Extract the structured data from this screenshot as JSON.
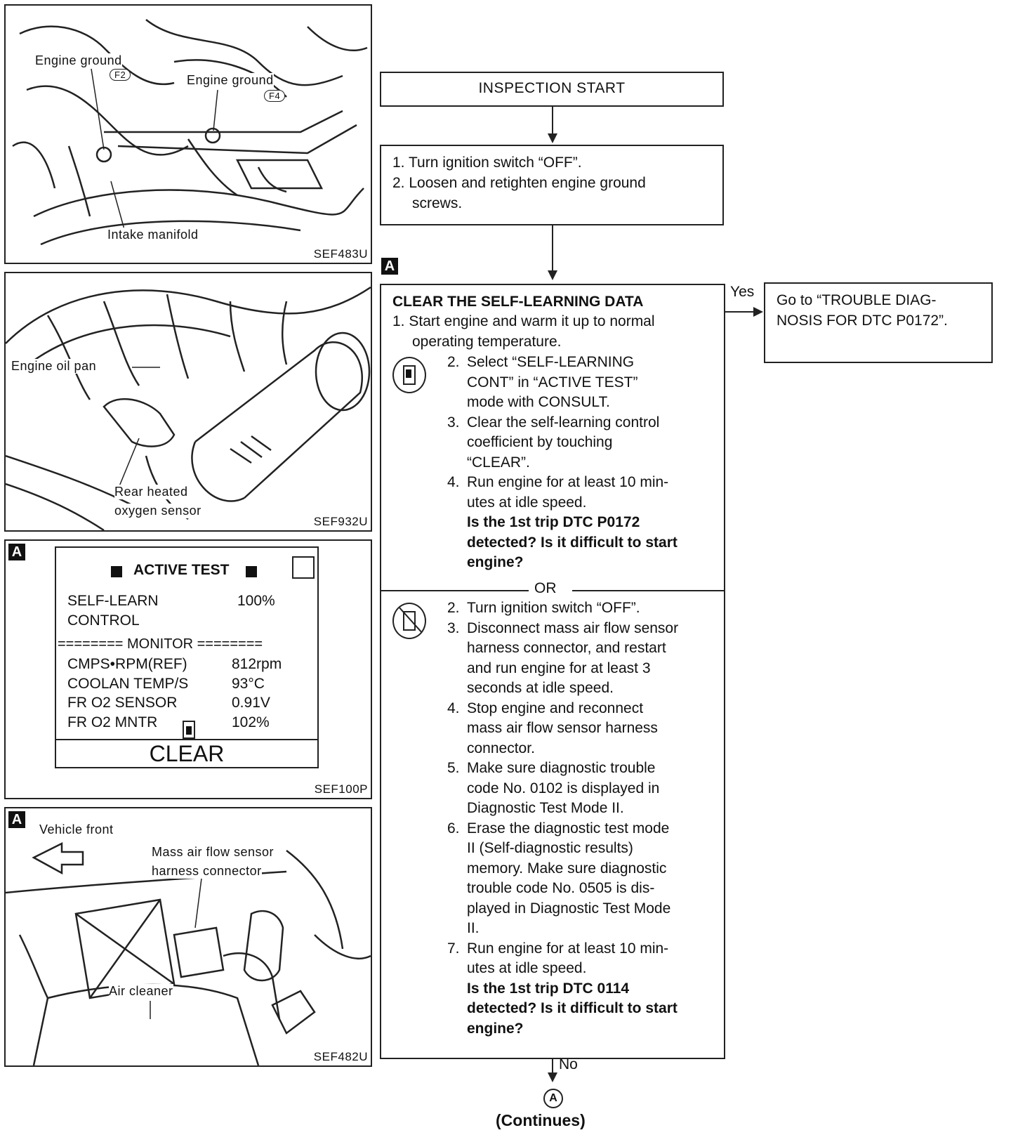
{
  "figures": {
    "fig1": {
      "code": "SEF483U",
      "labels": {
        "engine_ground_1": "Engine ground",
        "connector_f2": "F2",
        "engine_ground_2": "Engine ground",
        "connector_f4": "F4",
        "intake_manifold": "Intake manifold"
      }
    },
    "fig2": {
      "code": "SEF932U",
      "labels": {
        "engine_oil_pan": "Engine oil pan",
        "rear_heated": "Rear heated",
        "oxygen_sensor": "oxygen sensor"
      }
    },
    "fig3": {
      "badge": "A",
      "code": "SEF100P",
      "screen": {
        "title": "ACTIVE TEST",
        "item1": "SELF-LEARN",
        "item1b": "CONTROL",
        "item1_value": "100%",
        "monitor_label": "======== MONITOR ========",
        "rows": [
          {
            "name": "CMPS•RPM(REF)",
            "value": "812rpm"
          },
          {
            "name": "COOLAN TEMP/S",
            "value": "93°C"
          },
          {
            "name": "FR O2 SENSOR",
            "value": "0.91V"
          },
          {
            "name": "FR O2 MNTR",
            "value": "102%"
          }
        ],
        "clear_button": "CLEAR"
      }
    },
    "fig4": {
      "badge": "A",
      "code": "SEF482U",
      "labels": {
        "vehicle_front": "Vehicle front",
        "maf_sensor": "Mass air flow sensor",
        "harness_connector": "harness connector",
        "air_cleaner": "Air cleaner"
      }
    }
  },
  "flow": {
    "start": "INSPECTION START",
    "step1": {
      "line1": "1. Turn ignition switch “OFF”.",
      "line2": "2. Loosen and retighten engine ground",
      "line3": "screws."
    },
    "badge_a": "A",
    "main": {
      "heading": "CLEAR THE SELF-LEARNING DATA",
      "s1a": "1. Start engine and warm it up to normal",
      "s1b": "operating temperature.",
      "consult_steps": [
        {
          "num": "2.",
          "lines": [
            "Select “SELF-LEARNING",
            "CONT” in “ACTIVE TEST”",
            "mode with CONSULT."
          ]
        },
        {
          "num": "3.",
          "lines": [
            "Clear the self-learning control",
            "coefficient by touching",
            "“CLEAR”."
          ]
        },
        {
          "num": "4.",
          "lines": [
            "Run engine for at least 10 min-",
            "utes at idle speed."
          ]
        }
      ],
      "question1": [
        "Is the 1st trip DTC P0172",
        "detected? Is it difficult to start",
        "engine?"
      ],
      "or": "OR",
      "manual_steps": [
        {
          "num": "2.",
          "lines": [
            "Turn ignition switch “OFF”."
          ]
        },
        {
          "num": "3.",
          "lines": [
            "Disconnect mass air flow sensor",
            "harness connector, and restart",
            "and run engine for at least 3",
            "seconds at idle speed."
          ]
        },
        {
          "num": "4.",
          "lines": [
            "Stop engine and reconnect",
            "mass air flow sensor harness",
            "connector."
          ]
        },
        {
          "num": "5.",
          "lines": [
            "Make sure diagnostic trouble",
            "code No. 0102 is displayed in",
            "Diagnostic Test Mode II."
          ]
        },
        {
          "num": "6.",
          "lines": [
            "Erase the diagnostic test mode",
            "II (Self-diagnostic results)",
            "memory. Make sure diagnostic",
            "trouble code No. 0505 is dis-",
            "played in Diagnostic Test Mode",
            "II."
          ]
        },
        {
          "num": "7.",
          "lines": [
            "Run engine for at least 10 min-",
            "utes at idle speed."
          ]
        }
      ],
      "question2": [
        "Is the 1st trip DTC 0114",
        "detected? Is it difficult to start",
        "engine?"
      ]
    },
    "yes_label": "Yes",
    "yes_box": [
      "Go to “TROUBLE DIAG-",
      "NOSIS FOR DTC P0172”."
    ],
    "no_label": "No",
    "connector": "A",
    "continues": "(Continues)"
  }
}
